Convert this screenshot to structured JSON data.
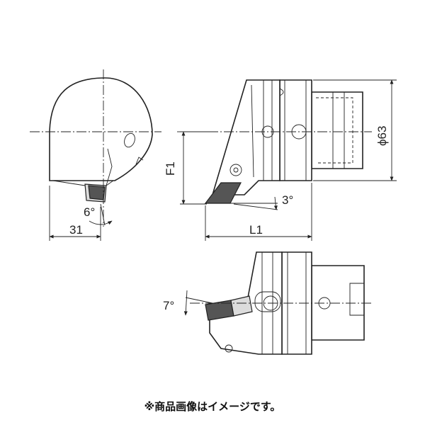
{
  "labels": {
    "angle_end_view": "6°",
    "width_end_view": "31",
    "height_side": "F1",
    "angle_side": "3°",
    "length_side": "L1",
    "diameter": "ϕ63",
    "angle_plan": "7°"
  },
  "caption": "※商品画像はイメージです。"
}
